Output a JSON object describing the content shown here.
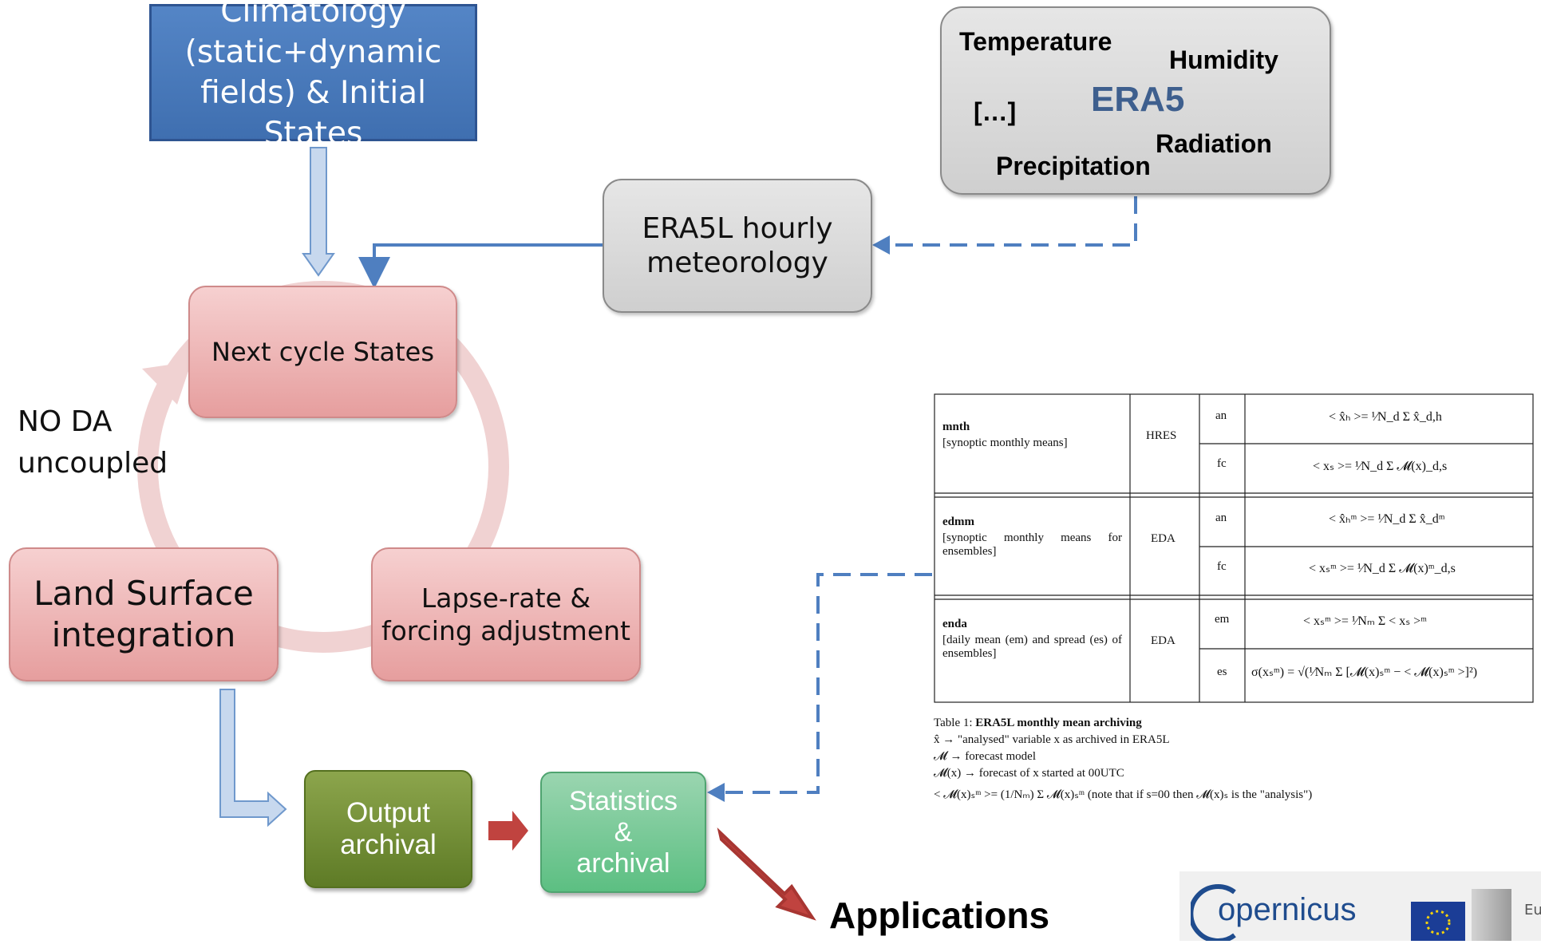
{
  "boxes": {
    "climatology": "Climatology\n(static+dynamic\nfields) & Initial States",
    "era5l": "ERA5L hourly\nmeteorology",
    "next_cycle": "Next cycle States",
    "land_surface": "Land Surface\nintegration",
    "lapse_rate": "Lapse-rate &\nforcing adjustment",
    "output": "Output\narchival",
    "statistics": "Statistics\n&\narchival"
  },
  "era5": {
    "title": "ERA5",
    "temperature": "Temperature",
    "humidity": "Humidity",
    "ellipsis": "[…]",
    "radiation": "Radiation",
    "precipitation": "Precipitation"
  },
  "no_da": "NO DA\nuncoupled",
  "applications": "Applications",
  "table": {
    "rows": [
      {
        "name": "mnth",
        "desc": "[synoptic monthly means]",
        "source": "HRES",
        "types": [
          "an",
          "fc"
        ]
      },
      {
        "name": "edmm",
        "desc": "[synoptic monthly means for ensembles]",
        "source": "EDA",
        "types": [
          "an",
          "fc"
        ]
      },
      {
        "name": "enda",
        "desc": "[daily mean (em) and spread (es) of ensembles]",
        "source": "EDA",
        "types": [
          "em",
          "es"
        ]
      }
    ],
    "caption_prefix": "Table 1:",
    "caption_title": "ERA5L monthly mean archiving",
    "notes": [
      "x̂ → \"analysed\" variable x as archived in ERA5L",
      "𝓜 → forecast model",
      "𝓜(x) → forecast of x started at 00UTC",
      "< 𝓜(x)ₛᵐ >= (1/Nₘ) Σ 𝓜(x)ₛᵐ (note that if s=00 then 𝓜(x)ₛ is the \"analysis\")"
    ]
  },
  "logo": {
    "copernicus": "opernicus",
    "eu": "Eu"
  },
  "colors": {
    "blue_box": "#4a7abf",
    "arrow_blue": "#4f7fc0",
    "pink_box": "#eeb6b6",
    "green_dark": "#6f8c36",
    "green_light": "#74c793",
    "red_arrow": "#c0433f"
  }
}
